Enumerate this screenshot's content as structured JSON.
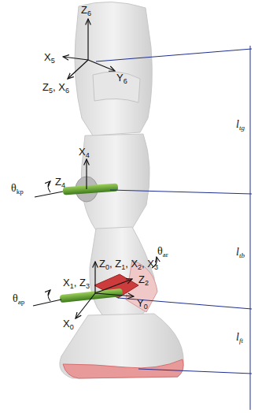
{
  "diagram": {
    "labels": [
      "Z6",
      "X5",
      "Y6",
      "Z5, X6",
      "ltg",
      "X4",
      "Z4",
      "θkp",
      "θar",
      "Z0, Z1, X2, X3",
      "ltb",
      "Z2",
      "X1, Z3",
      "θap",
      "Y0",
      "X0",
      "lft"
    ]
  }
}
